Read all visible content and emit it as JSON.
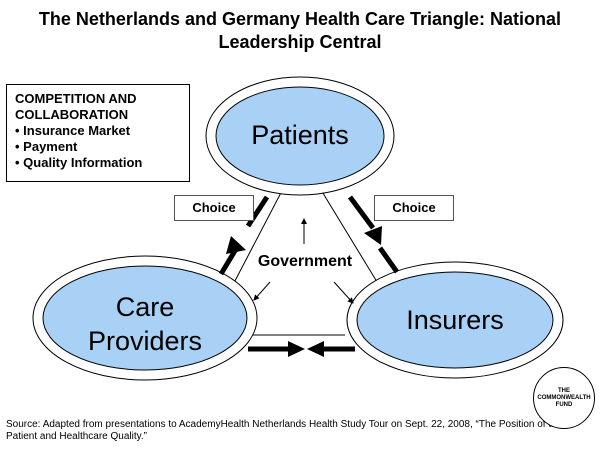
{
  "title": {
    "line1": "The Netherlands and Germany Health Care Triangle: National",
    "line2": "Leadership Central"
  },
  "competition_box": {
    "heading_line1": "COMPETITION AND",
    "heading_line2": "COLLABORATION",
    "items": [
      "Insurance Market",
      "Payment",
      "Quality Information"
    ]
  },
  "choice_labels": [
    "Choice",
    "Choice"
  ],
  "nodes": {
    "patients": "Patients",
    "care_providers_line1": "Care",
    "care_providers_line2": "Providers",
    "insurers": "Insurers"
  },
  "center_label": "Government",
  "source": "Source: Adapted from presentations to AcademyHealth Netherlands Health Study Tour on Sept. 22, 2008, “The Position of the Patient and Healthcare Quality.”",
  "logo": {
    "line1": "THE",
    "line2": "COMMONWEALTH",
    "line3": "FUND"
  },
  "colors": {
    "ellipse_fill": "#a9d0f5",
    "outer_ring": "#ffffff",
    "stroke": "#000000"
  }
}
